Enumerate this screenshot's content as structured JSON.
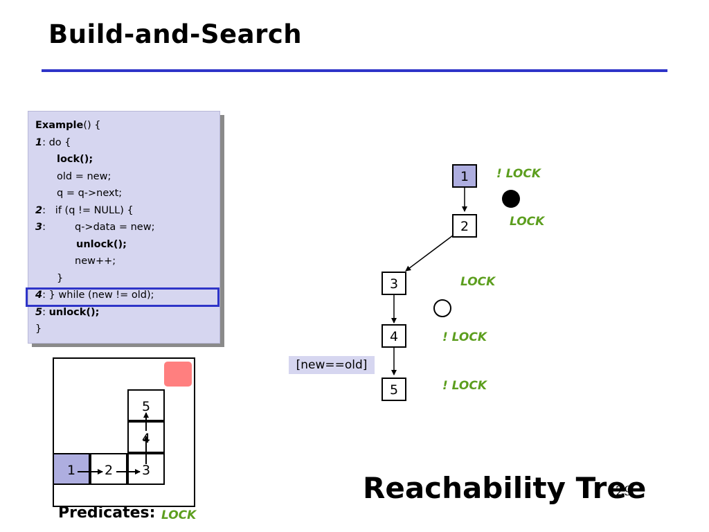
{
  "slide": {
    "title": "Build-and-Search",
    "page_number": "29",
    "tree_title": "Reachability Tree"
  },
  "code": {
    "lines": [
      {
        "label": "Example",
        "text": "() {"
      },
      {
        "label": "1",
        "text": ": do {"
      },
      {
        "label": "",
        "text": "lock();"
      },
      {
        "label": "",
        "text": "old = new;"
      },
      {
        "label": "",
        "text": "q = q->next;"
      },
      {
        "label": "2",
        "text": ":   if (q != NULL) {"
      },
      {
        "label": "3",
        "text": ":"
      },
      {
        "label": "",
        "text": "q->data = new;"
      },
      {
        "label": "",
        "text": "unlock();"
      },
      {
        "label": "",
        "text": "new++;"
      },
      {
        "label": "",
        "text": "}"
      },
      {
        "label": "4",
        "text": ": } while (new != old);"
      },
      {
        "label": "5",
        "text": ": "
      },
      {
        "label": "",
        "text": "unlock();"
      },
      {
        "label": "",
        "text": "}"
      }
    ]
  },
  "mini_graph": {
    "cells": [
      "1",
      "2",
      "3",
      "4",
      "5"
    ]
  },
  "predicates": {
    "label": "Predicates:",
    "value": "LOCK"
  },
  "tree": {
    "nodes": [
      "1",
      "2",
      "3",
      "4",
      "5"
    ],
    "labels": [
      "! LOCK",
      "LOCK",
      "LOCK",
      "! LOCK",
      "! LOCK"
    ],
    "condition": "[new==old]"
  },
  "colors": {
    "accent": "#2e34c8",
    "predicate_green": "#5c9e1e",
    "root_fill": "#aeaee0",
    "panel_fill": "#d6d6f0",
    "marker_pink": "#ff7f7f"
  }
}
